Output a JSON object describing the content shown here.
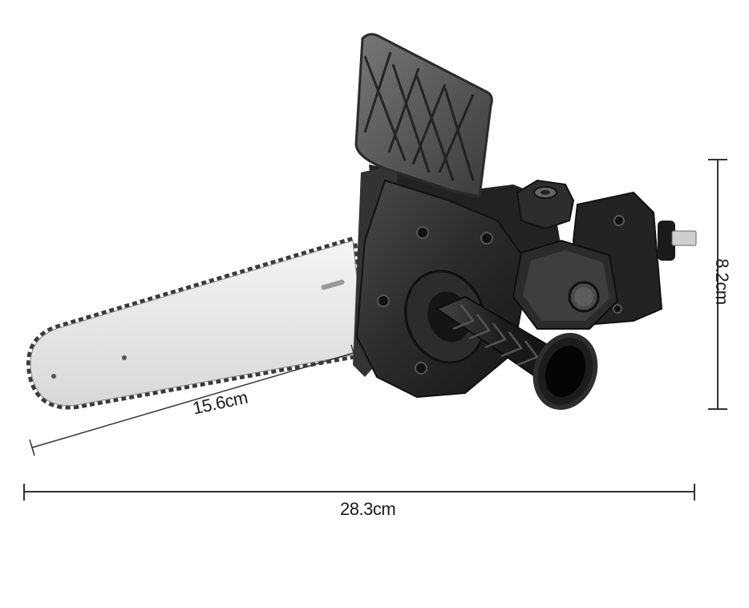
{
  "product": {
    "name": "chainsaw drill attachment",
    "parts": [
      "guide-bar",
      "saw-chain",
      "blade-guard",
      "gearbox-housing",
      "side-handle",
      "drill-shaft-adapter",
      "hex-nut"
    ]
  },
  "dimensions": {
    "bar_length": "15.6cm",
    "height": "8.2cm",
    "total_length": "28.3cm"
  },
  "colors": {
    "background": "#ffffff",
    "body": "#2b2b2b",
    "body_highlight": "#5a5a5a",
    "bar": "#e6e6e6",
    "chain": "#3a3a3a",
    "dimension_line": "#333333",
    "text": "#1a1a1a"
  }
}
